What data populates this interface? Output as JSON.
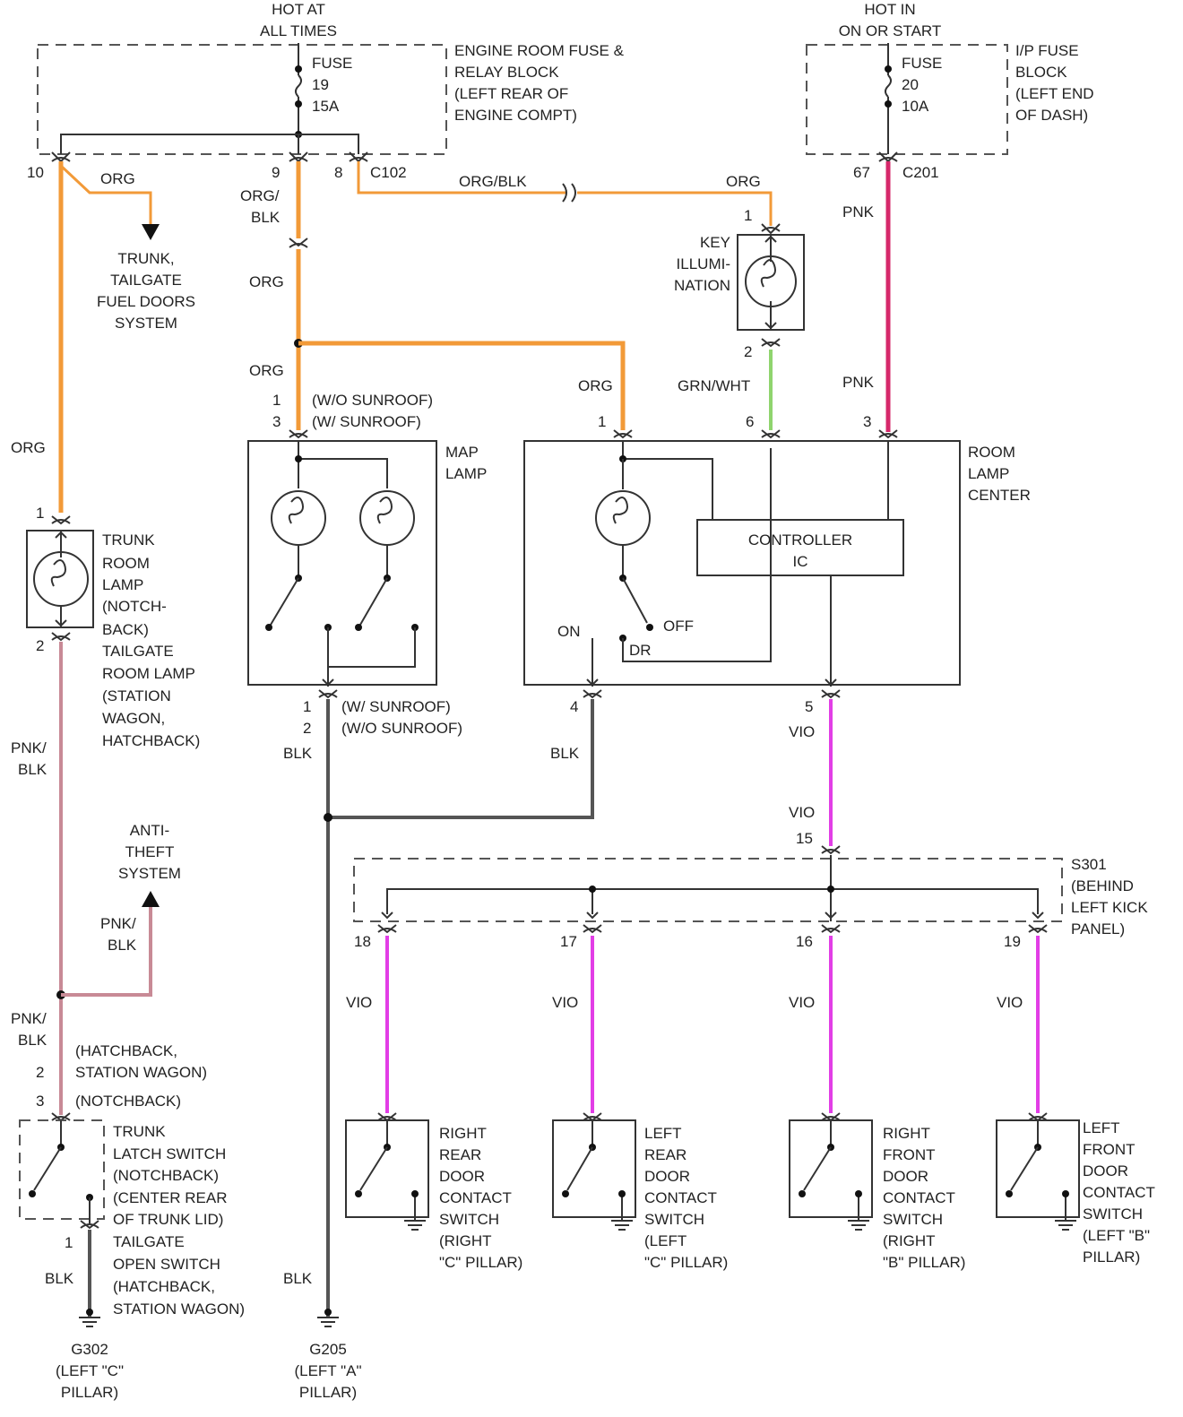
{
  "sources": {
    "hot_at_all_times": [
      "HOT AT",
      "ALL TIMES"
    ],
    "hot_in_on_or_start": [
      "HOT IN",
      "ON OR START"
    ]
  },
  "fuse19": {
    "lines": [
      "FUSE",
      "19",
      "15A"
    ]
  },
  "fuse20": {
    "lines": [
      "FUSE",
      "20",
      "10A"
    ]
  },
  "engine_block": [
    "ENGINE ROOM FUSE &",
    "RELAY BLOCK",
    "(LEFT REAR OF",
    "ENGINE COMPT)"
  ],
  "ip_block": [
    "I/P FUSE",
    "BLOCK",
    "(LEFT END",
    "OF DASH)"
  ],
  "connectors": {
    "c102": "C102",
    "c201": "C201",
    "pin10": "10",
    "pin9": "9",
    "pin8": "8",
    "pin67": "67"
  },
  "wires": {
    "org": "ORG",
    "org_blk": "ORG/BLK",
    "org_slash": "ORG/",
    "blk": "BLK",
    "pnk": "PNK",
    "pnk_slash": "PNK/",
    "grn_wht": "GRN/WHT",
    "vio": "VIO"
  },
  "trunk_system": [
    "TRUNK,",
    "TAILGATE",
    "FUEL DOORS",
    "SYSTEM"
  ],
  "key_illumination": {
    "lines": [
      "KEY",
      "ILLUMI-",
      "NATION"
    ],
    "pin_top": "1",
    "pin_bottom": "2"
  },
  "map_lamp": {
    "label": [
      "MAP",
      "LAMP"
    ],
    "pin_top1": "1",
    "pin_top3": "3",
    "top_note1": "(W/O SUNROOF)",
    "top_note2": "(W/ SUNROOF)",
    "pin_bot1": "1",
    "pin_bot2": "2",
    "bot_note1": "(W/ SUNROOF)",
    "bot_note2": "(W/O SUNROOF)"
  },
  "room_lamp_center": {
    "label": [
      "ROOM",
      "LAMP",
      "CENTER"
    ],
    "controller": [
      "CONTROLLER",
      "IC"
    ],
    "pins": {
      "p1": "1",
      "p6": "6",
      "p3": "3",
      "p4": "4",
      "p5": "5"
    },
    "switch_on": "ON",
    "switch_off": "OFF",
    "switch_dr": "DR"
  },
  "trunk_room_lamp": {
    "pin_top": "1",
    "pin_bottom": "2",
    "lines": [
      "TRUNK",
      "ROOM",
      "LAMP",
      "(NOTCH-",
      "BACK)",
      "TAILGATE",
      "ROOM LAMP",
      "(STATION",
      "WAGON,",
      "HATCHBACK)"
    ]
  },
  "anti_theft": [
    "ANTI-",
    "THEFT",
    "SYSTEM"
  ],
  "trunk_switch": {
    "pin2": "2",
    "pin3": "3",
    "pin1": "1",
    "note_hatch": [
      "(HATCHBACK,",
      "STATION WAGON)"
    ],
    "note_notch": "(NOTCHBACK)",
    "lines": [
      "TRUNK",
      "LATCH SWITCH",
      "(NOTCHBACK)",
      "(CENTER REAR",
      "OF TRUNK LID)",
      "TAILGATE",
      "OPEN SWITCH",
      "(HATCHBACK,",
      "STATION WAGON)"
    ]
  },
  "grounds": {
    "g302": [
      "G302",
      "(LEFT \"C\"",
      "PILLAR)"
    ],
    "g205": [
      "G205",
      "(LEFT \"A\"",
      "PILLAR)"
    ]
  },
  "splice": {
    "pin15": "15",
    "label": [
      "S301",
      "(BEHIND",
      "LEFT KICK",
      "PANEL)"
    ],
    "pins": [
      "18",
      "17",
      "16",
      "19"
    ]
  },
  "door_switches": [
    {
      "lines": [
        "RIGHT",
        "REAR",
        "DOOR",
        "CONTACT",
        "SWITCH",
        "(RIGHT",
        "\"C\" PILLAR)"
      ]
    },
    {
      "lines": [
        "LEFT",
        "REAR",
        "DOOR",
        "CONTACT",
        "SWITCH",
        "(LEFT",
        "\"C\" PILLAR)"
      ]
    },
    {
      "lines": [
        "RIGHT",
        "FRONT",
        "DOOR",
        "CONTACT",
        "SWITCH",
        "(RIGHT",
        "\"B\" PILLAR)"
      ]
    },
    {
      "lines": [
        "LEFT",
        "FRONT",
        "DOOR",
        "CONTACT",
        "SWITCH",
        "(LEFT \"B\"",
        "PILLAR)"
      ]
    }
  ],
  "colors": {
    "org": "#f29a38",
    "pnk": "#d6286a",
    "pnk_blk": "#c88a96",
    "vio": "#e23ee6",
    "grn_wht": "#8fd46e",
    "blk": "#555555"
  }
}
